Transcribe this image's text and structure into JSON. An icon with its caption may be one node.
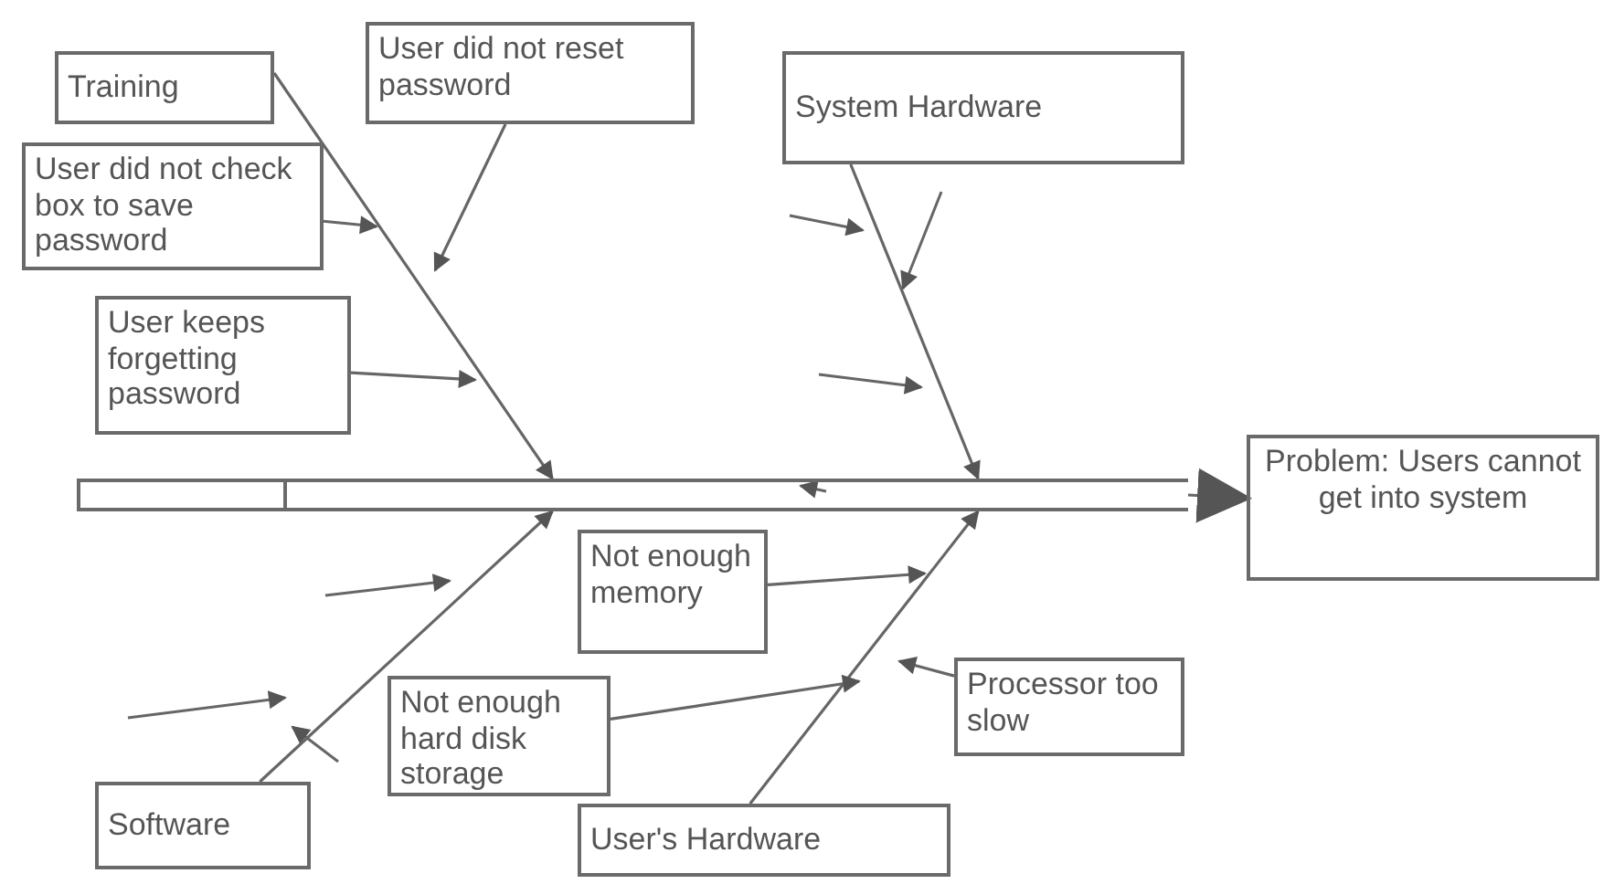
{
  "diagram": {
    "nodes": [
      {
        "text": [
          "Training"
        ]
      },
      {
        "text": [
          "User did not reset password"
        ]
      },
      {
        "text": [
          "System Hardware"
        ]
      },
      {
        "text": [
          "User did not check box to save password"
        ]
      },
      {
        "text": [
          "User keeps forgetting password"
        ]
      },
      {
        "text": [],
        "shape": "bar"
      },
      {
        "text": [
          "Problem: Users cannot get into system"
        ]
      },
      {
        "text": [
          "Not enough memory"
        ]
      },
      {
        "text": [
          "Processor too slow"
        ]
      },
      {
        "text": [
          "Not enough hard disk storage"
        ]
      },
      {
        "text": [
          "Software"
        ]
      },
      {
        "text": [
          "User's Hardware"
        ]
      }
    ],
    "edges": [
      {
        "from": 5,
        "to": 6,
        "arrow": "to"
      },
      {
        "from": 0,
        "to": 5,
        "arrow": "to"
      },
      {
        "from": 2,
        "to": 5,
        "arrow": "to"
      },
      {
        "from": 10,
        "to": 5,
        "arrow": "to"
      },
      {
        "from": 11,
        "to": 5,
        "arrow": "to"
      },
      {
        "from": 1,
        "to": null,
        "arrow": "to"
      },
      {
        "from": 3,
        "to": null,
        "arrow": "to"
      },
      {
        "from": 4,
        "to": null,
        "arrow": "to"
      },
      {
        "from": 7,
        "to": null,
        "arrow": "to"
      },
      {
        "from": 9,
        "to": null,
        "arrow": "to"
      },
      {
        "from": 8,
        "to": null,
        "arrow": "to"
      }
    ]
  }
}
